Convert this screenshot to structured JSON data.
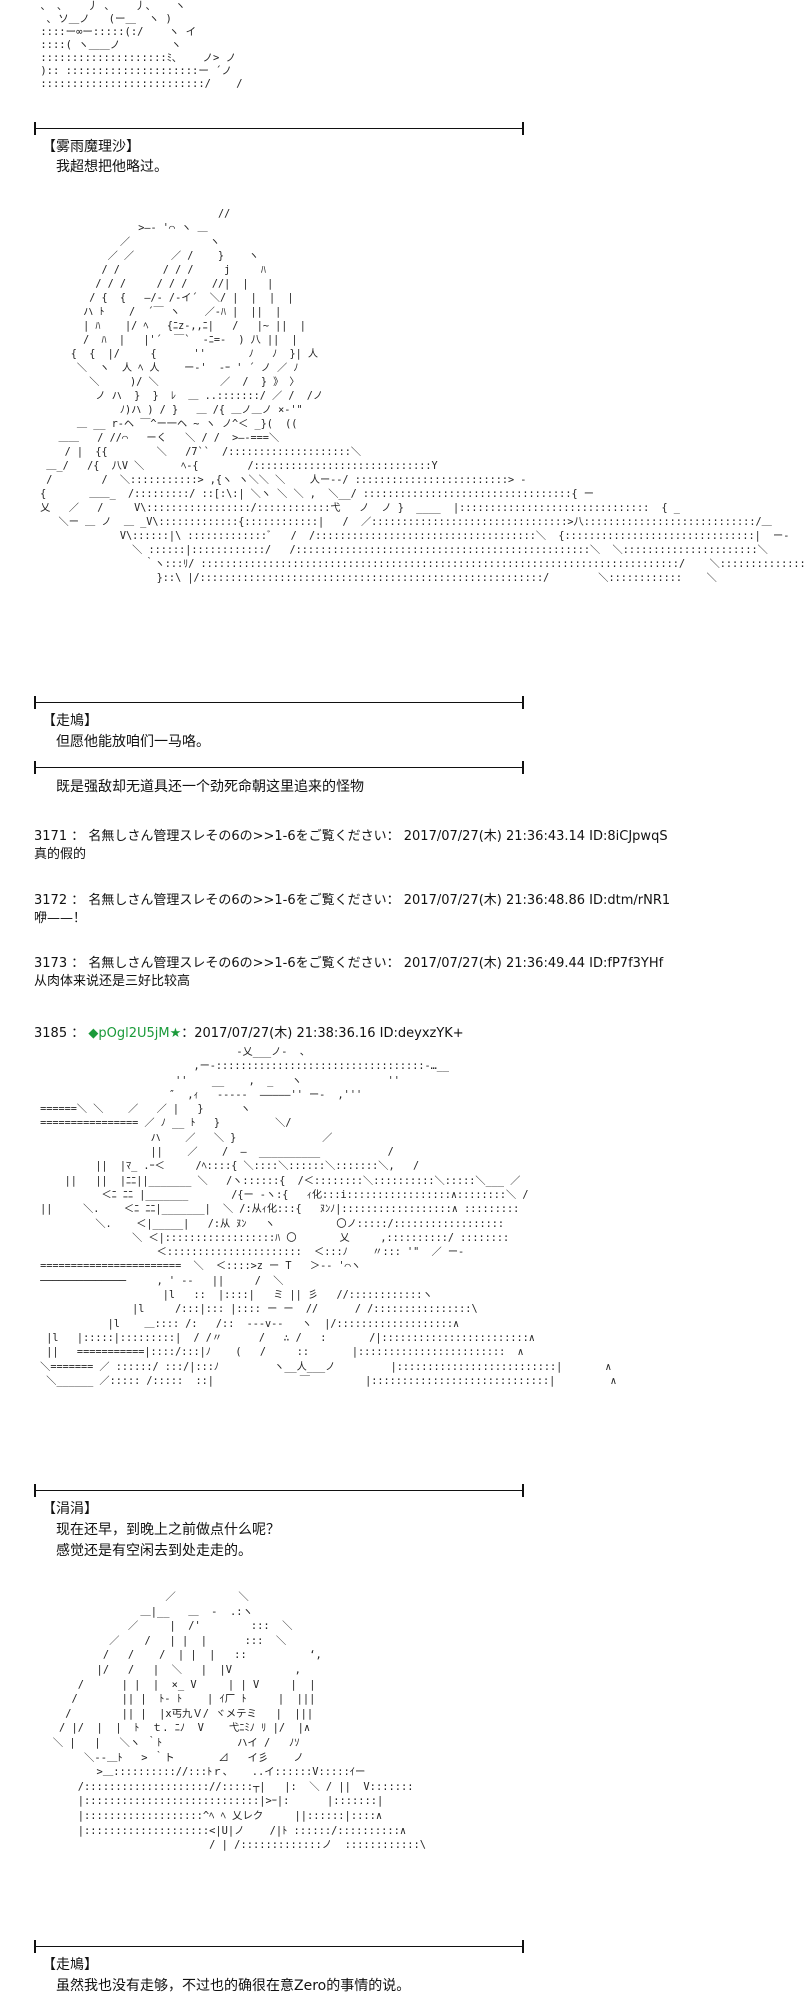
{
  "blocks": {
    "aa1": " 、 ､    丿 ､    丿、   ヽ\n  ､ ソ＿ノ   (ー＿  ヽ )\n ::::ー∞ー:::::(:/    ヽ イ\n ::::( ヽ＿＿ノ        ヽ\n ::::::::::::::::::::ﾐ､    ノ> ノ\n ):: :::::::::::::::::::::ー ´ノ\n ::::::::::::::::::::::::::/    /",
    "speaker1": "【雾雨魔理沙】",
    "line1": "我超想把他略过。",
    "aa2": "                              //\n                 >―‐ '⌒ ヽ ＿\n              ／             ヽ\n            ／ ／      ／ /    }    ヽ\n           / /       / / /     j     ﾊ\n          / / /     / / /    //|  |   |\n         / {  {   ―/‐ /‐イ´  ＼/ |  |  |  |\n        ハ ﾄ    /  ´￣ ヽ    ／-ﾊ |  ||  |\n        | ﾊ    |/ ﾍ   {ﾆz‐,,ﾆ|   /   |~ ||  |\n        /  ﾊ  |   |'´  ￣`  ‐ﾆ=-  ) 八 ||  |\n      {  {  |/     {      ''       ﾉ   ﾉ  }| 人\n       ＼  ヽ  人 ﾍ 人    ー-'  ‐ｰ ' ´ ノ ／ ﾉ\n         ＼     )/ ＼          ／  /  } 》 〉\n          ノ ハ  }  }  ﾚ  ＿ ..:::::::/ ／ /  /ノ\n              ﾉ)ハ ) / }   ＿ /{ ＿ノ＿ノ ×‐'\"\n       ＿ __ r‐ヘ ￣^ー一ヘ ~ ヽ ノ^＜ _}(  ((\n    ＿＿   / //⌒   ーく   ＼ / /  >―‐===＼\n     / |  {{        ＼   /7``  /::::::::::::::::::::＼\n  ＿_/   /{  八V ＼      ﾍ‐{        /:::::::::::::::::::::::::::::Y\n  /        /  ＼:::::::::::> ,{ヽ ヽ＼＼ ＼    人ー--/ :::::::::::::::::::::::::> ‐\n {       ＿＿_  /:::::::::/ ::[:\\:| ＼ヽ ＼ ＼ ,  ＼__/ ::::::::::::::::::::::::::::::::::{ ー\n 乂   ／   /     V\\:::::::::::::::::/::::::::::::弋   ノ  ノ }  ____  |:::::::::::::::::::::::::::::::  { _\n    ＼ー ＿ ノ  ＿ _V\\:::::::::::::{::::::::::::|   /  ／::::::::::::::::::::::::::::::::>八::::::::::::::::::::::::::::/＿\n              V\\::::::|\\ :::::::::::::ﾞ   /  /::::::::::::::::::::::::::::::::::::＼  {:::::::::::::::::::::::::::::::|  ー‐\n                ＼ ::::::|::::::::::::/   /::::::::::::::::::::::::::::::::::::::::::::::::＼  ＼::::::::::::::::::::::＼\n                  ｀ヽ:::ﾘ/ ::::::::::::::::::::::::::::::::::::::::::::::::::::::::::::::::::::::::::::::/    ＼:::::::::::::::ノ  ＼\n                    }::\\ |/::::::::::::::::::::::::::::::::::::::::::::::::::::::::/        ＼::::::::::::    ＼",
    "speaker2": "【走鳩】",
    "line2": "但愿他能放咱们一马咯。",
    "narration1": "既是强敌却无道具还一个劲死命朝这里追来的怪物",
    "posts": [
      {
        "head": "3171 ： 名無しさん管理スレその6の>>1-6をご覧ください： 2017/07/27(木) 21:36:43.14 ID:8iCJpwqS",
        "body": "真的假的"
      },
      {
        "head": "3172 ： 名無しさん管理スレその6の>>1-6をご覧ください： 2017/07/27(木) 21:36:48.86 ID:dtm/rNR1",
        "body": "咿——！"
      },
      {
        "head": "3173 ： 名無しさん管理スレその6の>>1-6をご覧ください： 2017/07/27(木) 21:36:49.44 ID:fP7f3YHf",
        "body": "从肉体来说还是三好比较高"
      }
    ],
    "post_main": {
      "number": "3185",
      "sep": " ： ",
      "trip": "◆pOgl2U5jM",
      "star": "★",
      "rest": "：2017/07/27(木) 21:38:36.16 ID:deyxzYK+"
    },
    "aa3": "                                 ‐乂___ノ‐  、\n                          ,ー‐::::::::::::::::::::::::::::::::::-…__\n                       ''    __    ,  _   ヽ              ''\n                      ″  ,ｨ   -----  ―――――'' ー‐  ,'''\n ======＼ ＼    ／   ／ |   }      ヽ\n ================ ／ ﾉ __ ﾄ   }         ＼/\n                   ハ    ／   ＼ }              ／\n                   ||    ／    /  ―  __________           /\n          ||  |ﾏ_ .ｰ＜     /ﾍ::::{ ＼::::＼::::::＼:::::::＼,   /\n     ||   ||  |ﾆﾆ||_______ ＼   /ヽ::::::{  /＜::::::::＼::::::::::＼:::::＼___ ／\n           ＜ﾆ ﾆﾆ |_______       /{ー ‐ヽ:{   ｨ化:::i:::::::::::::::::∧::::::::＼ /\n ||     ＼.    ＜ﾆ ﾆﾆ|_______|  ＼ /:从ｨ化:::{   ﾇﾝﾉ|::::::::::::::::::∧ :::::::::\n          ＼.    ＜|_____|   /:从 ﾇﾝ   ヽ          〇ノ:::::/::::::::::::::::::\n                ＼ ＜|::::::::::::::::::ﾊ 〇       乂     ,::::::::::/ ::::::::\n                    ＜::::::::::::::::::::::  ＜:::ﾉ    〃::: '\"  ／ ー-\n =======================  ＼  ＜::::>z ー T   ＞-‐ '⌒ヽ\n ──────────────     , ' --   ||     /  ＼\n                     |l   ::  |::::|   ミ || 彡   //::::::::::::ヽ\n                |l     /:::|::: |:::: ー ー  //      / /::::::::::::::::\\\n            |l    ＿:::: /:   /::  ---v--   ヽ  |/:::::::::::::::::::∧\n  |l   |:::::|:::::::::|  / /〃      /   ∴ /   :       /|::::::::::::::::::::::::∧\n  ||   ===========|::::/:::|ﾉ    (   /     ::       |::::::::::::::::::::::::  ∧\n ＼======= ／ ::::::/ :::/|:::ﾉ         ヽ__人___ノ         |::::::::::::::::::::::::::|       ∧\n  ＼______ ／::::: /:::::  ::|              ￣         |:::::::::::::::::::::::::::::|         ∧",
    "speaker3": "【涓涓】",
    "line3a": "现在还早，到晚上之前做点什么呢？",
    "line3b": "感觉还是有空闲去到处走走的。",
    "aa4": "                     ／          ＼\n                 ＿|__   ＿  ‐  .:ヽ\n               ／     |  /'        :::  ＼\n            ／    /   | |  |      :::  ＼\n           /   /    /  | |  |   ::          ‘,\n          |/   /   |  ＼   |  |V          ,\n       /      | |  |  ×_ V     | | V     |  |\n      /       || |  ﾄ‐ ﾄ    | ｲ厂 ﾄ     |  |||\n     /        || |  |x丐九Ｖ/ ヾメテミ   |  |||\n    / |/  |  |  ﾄ  ｔ. ﾆﾉ  V    弋ﾆﾐﾉ ﾘ |/  |∧\n   ＼ |   |   ＼ヽ ｀ﾄ            ハイ /   ﾉｿ\n        ＼--＿ﾄ   > ｀ト       ⊿   イ彡    ノ\n          >＿:::::::::://:::ﾄｒ、   ..イ::::::V:::::ｲー\n       /:::::::::::::::::::://:::::┬|   |:  ＼ / ||  V:::::::\n       |::::::::::::::::::::::::::::|>ｰ|:      |:::::::|\n       |:::::::::::::::::::^ﾍ ﾍ 乂レク     ||::::::|::::∧\n       |::::::::::::::::::::<|U|ノ    /|ﾄ ::::::/::::::::::∧\n                            / | /:::::::::::::ノ  ::::::::::::\\",
    "speaker4": "【走鳩】",
    "line4": "虽然我也没有走够，不过也的确很在意Zero的事情的说。"
  }
}
